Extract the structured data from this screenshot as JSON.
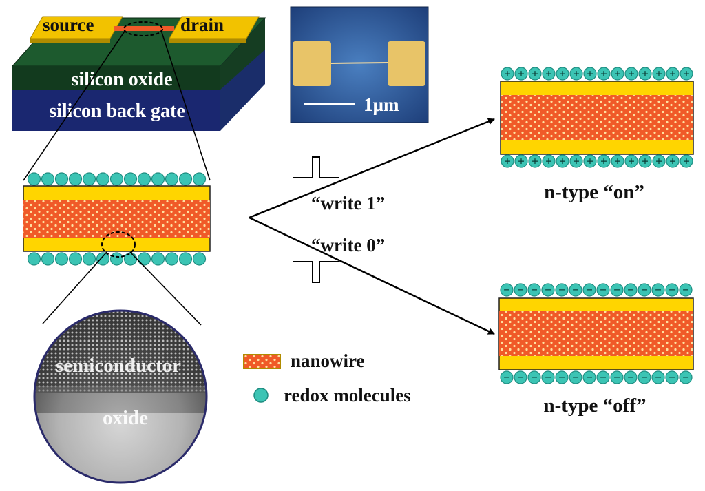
{
  "device": {
    "source": "source",
    "drain": "drain",
    "oxide_layer": "silicon oxide",
    "gate_layer": "silicon back gate"
  },
  "micrograph": {
    "scale": "1µm"
  },
  "tem": {
    "semiconductor": "semiconductor",
    "oxide": "oxide"
  },
  "legend": {
    "nanowire": "nanowire",
    "molecules": "redox molecules"
  },
  "operations": {
    "write1": "“write 1”",
    "write0": "“write 0”"
  },
  "states": {
    "on": "n-type “on”",
    "off": "n-type “off”",
    "on_symbol": "+",
    "off_symbol": "−"
  },
  "colors": {
    "nanowire_core": "#f05a28",
    "nanowire_shell": "#ffd500",
    "molecule": "#3cc4b4",
    "molecule_dark": "#1e8c80",
    "oxide_green": "#1d4f2a",
    "gate_blue": "#1c2a78",
    "gold": "#e6b800"
  }
}
